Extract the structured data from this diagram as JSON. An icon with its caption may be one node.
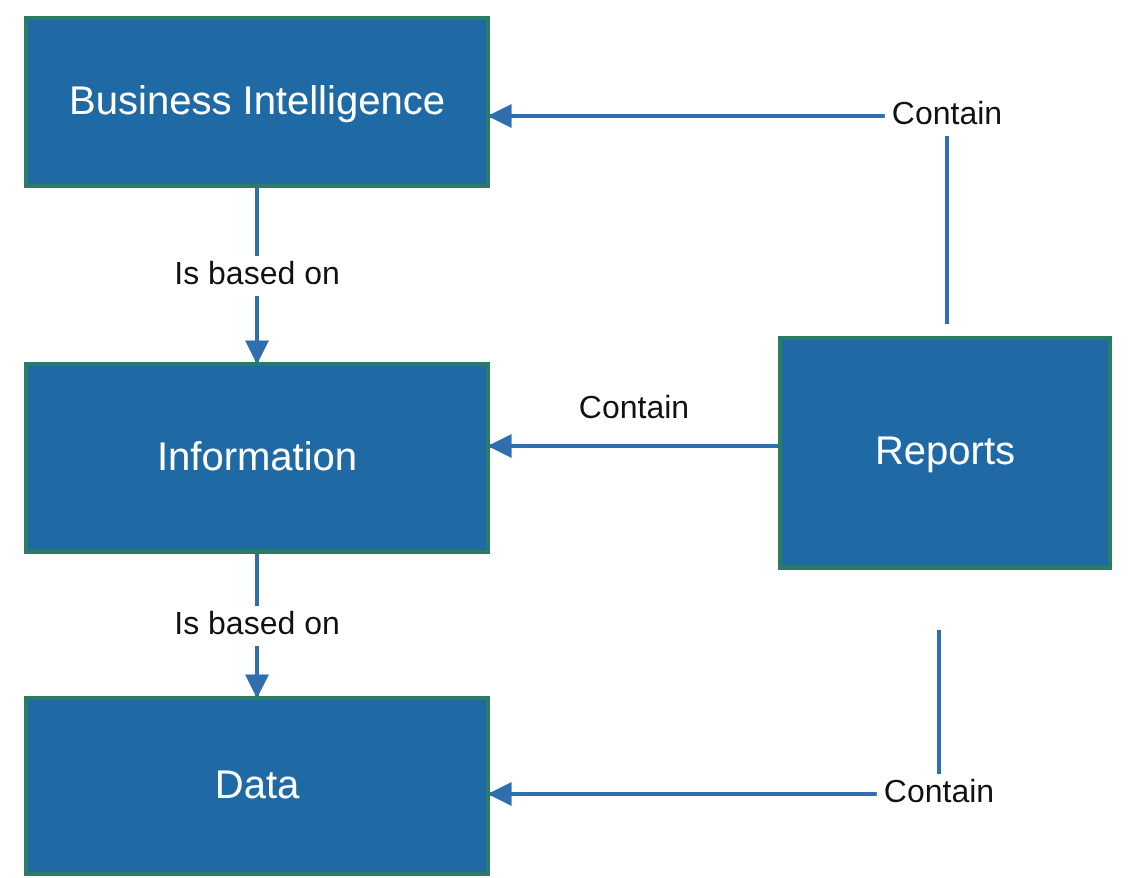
{
  "diagram": {
    "nodes": [
      {
        "text": [
          "Business Intelligence"
        ]
      },
      {
        "text": [
          "Information"
        ]
      },
      {
        "text": [
          "Reports"
        ]
      },
      {
        "text": [
          "Data"
        ]
      }
    ],
    "edges": [
      {
        "from": 0,
        "to": 1,
        "arrow": "to",
        "label": "Is based on"
      },
      {
        "from": 1,
        "to": 3,
        "arrow": "to",
        "label": "Is based on"
      },
      {
        "from": 2,
        "to": 0,
        "arrow": "to",
        "label": "Contain"
      },
      {
        "from": 2,
        "to": 1,
        "arrow": "to",
        "label": "Contain"
      },
      {
        "from": 2,
        "to": 3,
        "arrow": "to",
        "label": "Contain"
      }
    ]
  }
}
